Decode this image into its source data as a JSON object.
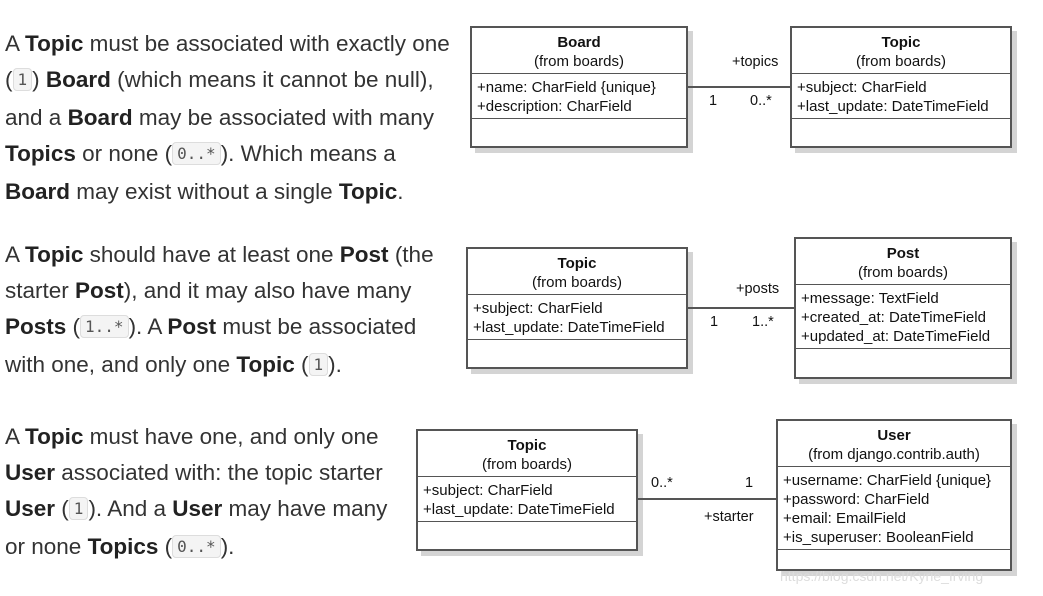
{
  "paragraphs": [
    {
      "p1_t1": "A ",
      "p1_b1": "Topic",
      "p1_t2": " must be associated with exactly one (",
      "p1_c1": "1",
      "p1_t3": ") ",
      "p1_b2": "Board",
      "p1_t4": " (which means it cannot be null), and a ",
      "p1_b3": "Board",
      "p1_t5": " may be associated with many ",
      "p1_b4": "Topics",
      "p1_t6": " or none (",
      "p1_c2": "0..*",
      "p1_t7": "). Which means a ",
      "p1_b5": "Board",
      "p1_t8": " may exist without a single ",
      "p1_b6": "Topic",
      "p1_t9": "."
    },
    {
      "p2_t1": "A ",
      "p2_b1": "Topic",
      "p2_t2": " should have at least one ",
      "p2_b2": "Post",
      "p2_t3": " (the starter ",
      "p2_b3": "Post",
      "p2_t4": "), and it may also have many ",
      "p2_b4": "Posts",
      "p2_t5": " (",
      "p2_c1": "1..*",
      "p2_t6": "). A ",
      "p2_b5": "Post",
      "p2_t7": " must be associated with one, and only one ",
      "p2_b6": "Topic",
      "p2_t8": " (",
      "p2_c2": "1",
      "p2_t9": ")."
    },
    {
      "p3_t1": "A ",
      "p3_b1": "Topic",
      "p3_t2": " must have one, and only one ",
      "p3_b2": "User",
      "p3_t3": " associated with: the topic starter ",
      "p3_b3": "User",
      "p3_t4": " (",
      "p3_c1": "1",
      "p3_t5": "). And a ",
      "p3_b4": "User",
      "p3_t6": " may have many or none ",
      "p3_b5": "Topics",
      "p3_t7": " (",
      "p3_c2": "0..*",
      "p3_t8": ")."
    }
  ],
  "diagrams": [
    {
      "left": {
        "name": "Board",
        "from": "(from boards)",
        "attrs": [
          "+name: CharField {unique}",
          "+description: CharField"
        ]
      },
      "right": {
        "name": "Topic",
        "from": "(from boards)",
        "attrs": [
          "+subject: CharField",
          "+last_update: DateTimeField"
        ]
      },
      "role": "+topics",
      "mult_left": "1",
      "mult_right": "0..*"
    },
    {
      "left": {
        "name": "Topic",
        "from": "(from boards)",
        "attrs": [
          "+subject: CharField",
          "+last_update: DateTimeField"
        ]
      },
      "right": {
        "name": "Post",
        "from": "(from boards)",
        "attrs": [
          "+message: TextField",
          "+created_at: DateTimeField",
          "+updated_at: DateTimeField"
        ]
      },
      "role": "+posts",
      "mult_left": "1",
      "mult_right": "1..*"
    },
    {
      "left": {
        "name": "Topic",
        "from": "(from boards)",
        "attrs": [
          "+subject: CharField",
          "+last_update: DateTimeField"
        ]
      },
      "right": {
        "name": "User",
        "from": "(from django.contrib.auth)",
        "attrs": [
          "+username: CharField {unique}",
          "+password: CharField",
          "+email: EmailField",
          "+is_superuser: BooleanField"
        ]
      },
      "role": "+starter",
      "mult_left": "0..*",
      "mult_right": "1"
    }
  ],
  "watermark": "https://blog.csdn.net/Kyrie_Irving"
}
